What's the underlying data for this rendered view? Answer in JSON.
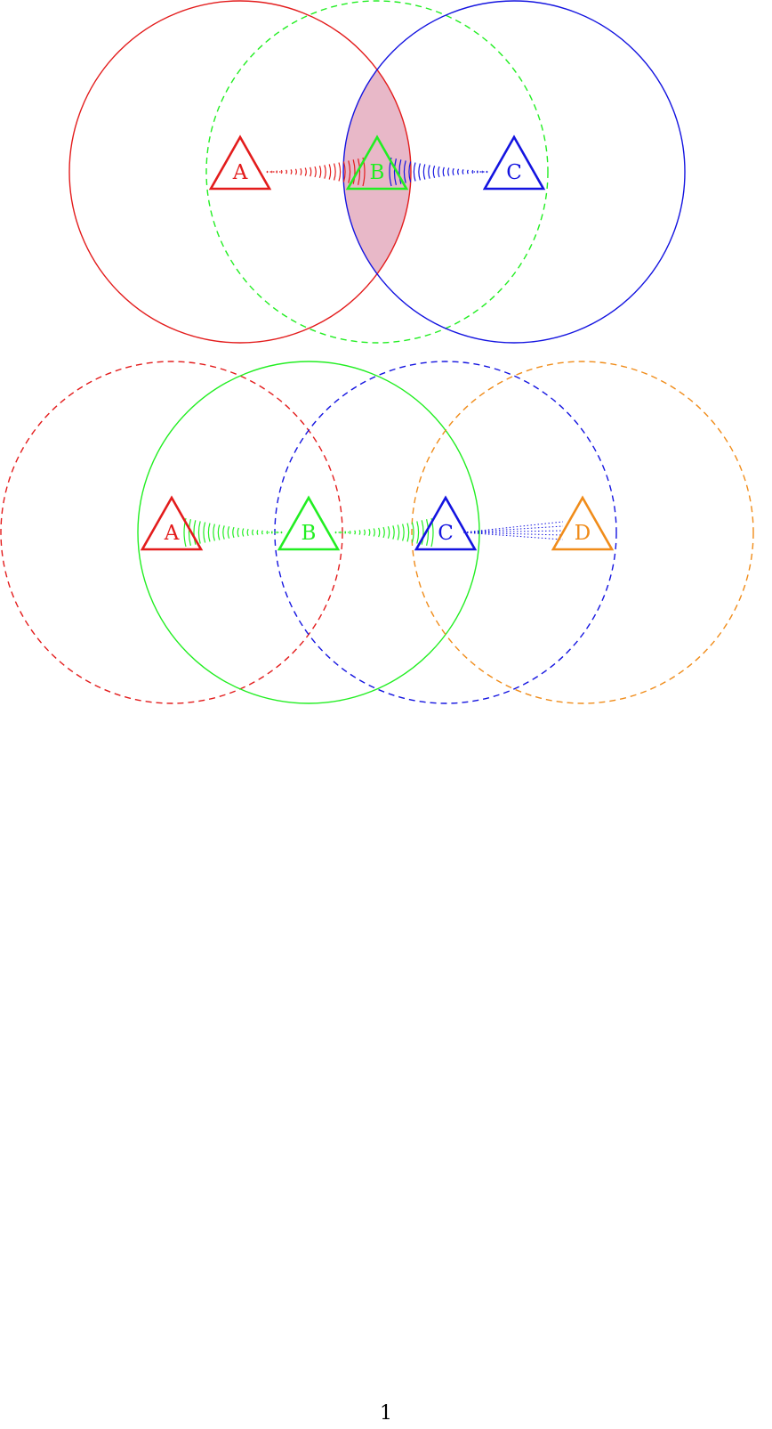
{
  "colors": {
    "red": "#e31c1c",
    "green": "#22ee22",
    "blue": "#1414e0",
    "orange": "#f08c1a",
    "overlap_fill": "#e8b8c8"
  },
  "diagrams": [
    {
      "nodes": [
        {
          "id": "A",
          "label": "A",
          "color": "red",
          "range": "solid"
        },
        {
          "id": "B",
          "label": "B",
          "color": "green",
          "range": "dashed"
        },
        {
          "id": "C",
          "label": "C",
          "color": "blue",
          "range": "solid"
        }
      ],
      "links": [
        {
          "from": "A",
          "to": "B",
          "color": "red",
          "style": "wave"
        },
        {
          "from": "C",
          "to": "B",
          "color": "blue",
          "style": "wave"
        }
      ],
      "overlap_highlight": [
        "A",
        "C"
      ]
    },
    {
      "nodes": [
        {
          "id": "A",
          "label": "A",
          "color": "red",
          "range": "dashed"
        },
        {
          "id": "B",
          "label": "B",
          "color": "green",
          "range": "solid"
        },
        {
          "id": "C",
          "label": "C",
          "color": "blue",
          "range": "dashed"
        },
        {
          "id": "D",
          "label": "D",
          "color": "orange",
          "range": "dashed"
        }
      ],
      "links": [
        {
          "from": "B",
          "to": "A",
          "color": "green",
          "style": "wave"
        },
        {
          "from": "B",
          "to": "C",
          "color": "green",
          "style": "wave"
        },
        {
          "from": "C",
          "to": "D",
          "color": "blue",
          "style": "dotted"
        }
      ]
    }
  ],
  "page_number": "1"
}
